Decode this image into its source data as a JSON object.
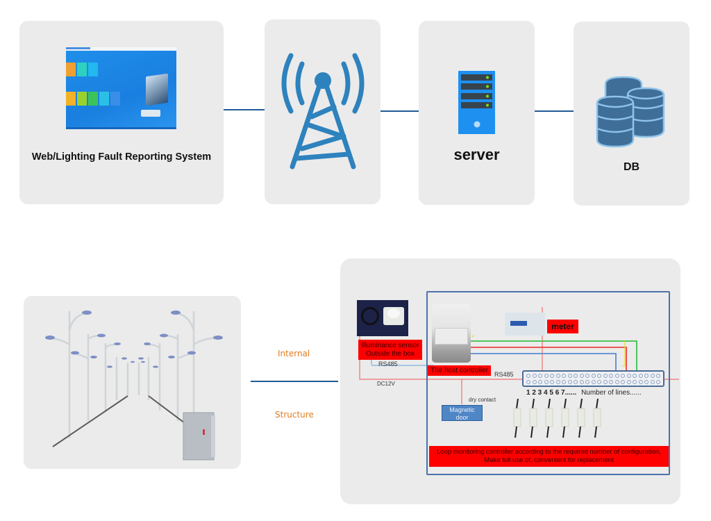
{
  "top_row": {
    "web_system": {
      "label": "Web/Lighting Fault Reporting System",
      "icon": "software-screenshot"
    },
    "tower": {
      "icon": "cell-tower-icon"
    },
    "server": {
      "label": "server",
      "icon": "server-icon"
    },
    "db": {
      "label": "DB",
      "icon": "database-icon"
    }
  },
  "middle": {
    "internal_label": "Internal",
    "structure_label": "Structure"
  },
  "street_lights": {
    "icon": "street-lights-with-cabinet"
  },
  "structure_diagram": {
    "sensor_label_line1": "Illuminance sensor",
    "sensor_label_line2": "Outside the box",
    "rs485_left": "RS485",
    "dc12v": "DC12V",
    "host_controller": "The host controller",
    "rs485_right": "RS485",
    "meter": "meter",
    "dry_contact": "dry contact",
    "magnetic_door_line1": "Magnetic",
    "magnetic_door_line2": "door",
    "line_numbers": "1 2 3 4 5 6 7......",
    "number_of_lines": "Number of lines......",
    "loop_note_line1": "Loop monitoring controller according to the required number of configuration,",
    "loop_note_line2": "Make full use of, convenient for replacement"
  },
  "colors": {
    "card_bg": "#ebebeb",
    "connector": "#1f5a96",
    "accent_blue": "#2e82bd",
    "server_blue": "#1e90f0",
    "db_blue": "#3f6f99",
    "label_red": "#ff0000",
    "label_orange": "#e07b20"
  }
}
